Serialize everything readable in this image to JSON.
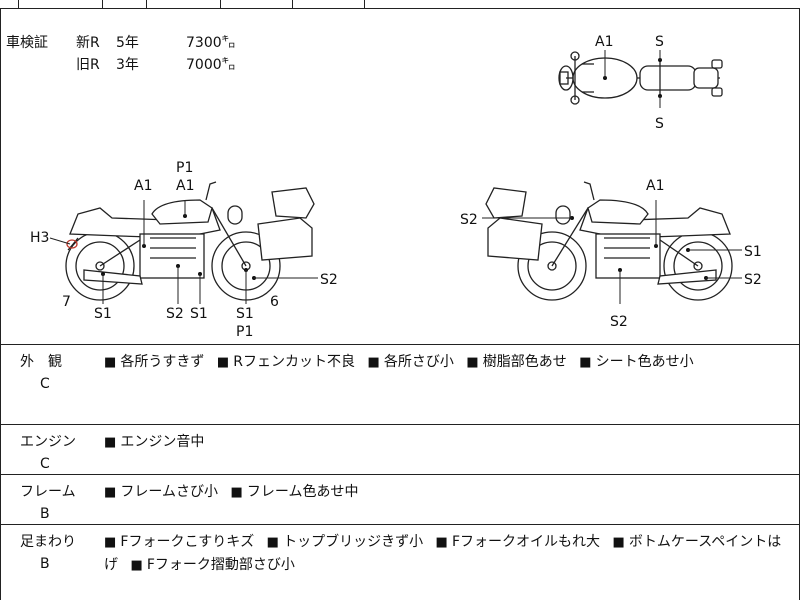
{
  "inspection": {
    "label": "車検証",
    "rows": [
      {
        "type": "新R",
        "years": "5年",
        "km": "7300㌔"
      },
      {
        "type": "旧R",
        "years": "3年",
        "km": "7000㌔"
      }
    ]
  },
  "diagram_labels": {
    "top_a1": "A1",
    "top_s_upper": "S",
    "top_s_lower": "S",
    "left_p1_top": "P1",
    "left_a1_tank": "A1",
    "left_a1_frame": "A1",
    "left_h3": "H3",
    "left_7": "7",
    "left_s1_front": "S1",
    "left_s2_engine": "S2",
    "left_s1_engine": "S1",
    "left_s1_rear": "S1",
    "left_p1_rear": "P1",
    "left_6": "6",
    "left_s2_right": "S2",
    "right_a1": "A1",
    "right_s2_upper": "S2",
    "right_s1": "S1",
    "right_s2_rear": "S2",
    "right_s2_engine": "S2"
  },
  "sections": [
    {
      "category": "外　観",
      "grade": "C",
      "items": [
        "各所うすきず",
        "Rフェンカット不良",
        "各所さび小",
        "樹脂部色あせ",
        "シート色あせ小"
      ]
    },
    {
      "category": "エンジン",
      "grade": "C",
      "items": [
        "エンジン音中"
      ]
    },
    {
      "category": "フレーム",
      "grade": "B",
      "items": [
        "フレームさび小",
        "フレーム色あせ中"
      ]
    },
    {
      "category": "足まわり",
      "grade": "B",
      "items": [
        "Fフォークこすりキズ",
        "トップブリッジきず小",
        "Fフォークオイルもれ大",
        "ボトムケースペイントはげ",
        "Fフォーク摺動部さび小"
      ]
    }
  ]
}
